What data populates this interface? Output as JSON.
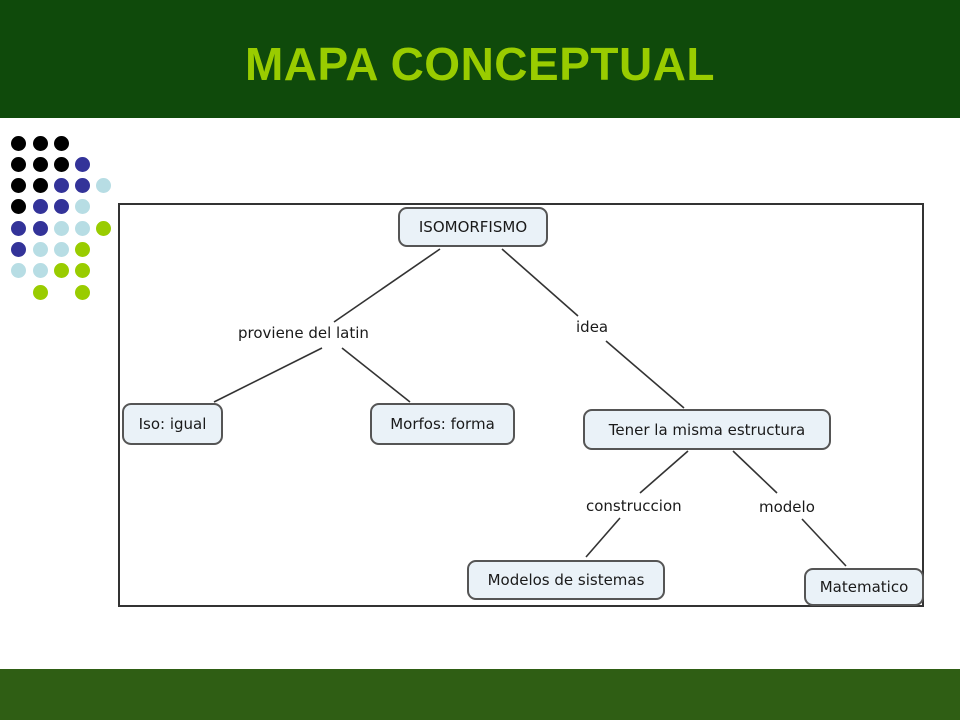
{
  "page": {
    "title": "MAPA CONCEPTUAL"
  },
  "colors": {
    "header_bg": "#0f4a0b",
    "title_text": "#99cc00",
    "footer_bg": "#2f5e14",
    "node_fill": "#eaf2f8",
    "node_border": "#555555",
    "dot_black": "#000000",
    "dot_indigo": "#333399",
    "dot_lightblue": "#b7dde4",
    "dot_lime": "#99cc00"
  },
  "concept_map": {
    "nodes": {
      "root": "ISOMORFISMO",
      "iso": "Iso: igual",
      "morfos": "Morfos: forma",
      "estructura": "Tener la misma estructura",
      "modelos": "Modelos de sistemas",
      "matematico": "Matematico"
    },
    "links": {
      "proviene": "proviene del latin",
      "idea": "idea",
      "construccion": "construccion",
      "modelo": "modelo"
    }
  }
}
